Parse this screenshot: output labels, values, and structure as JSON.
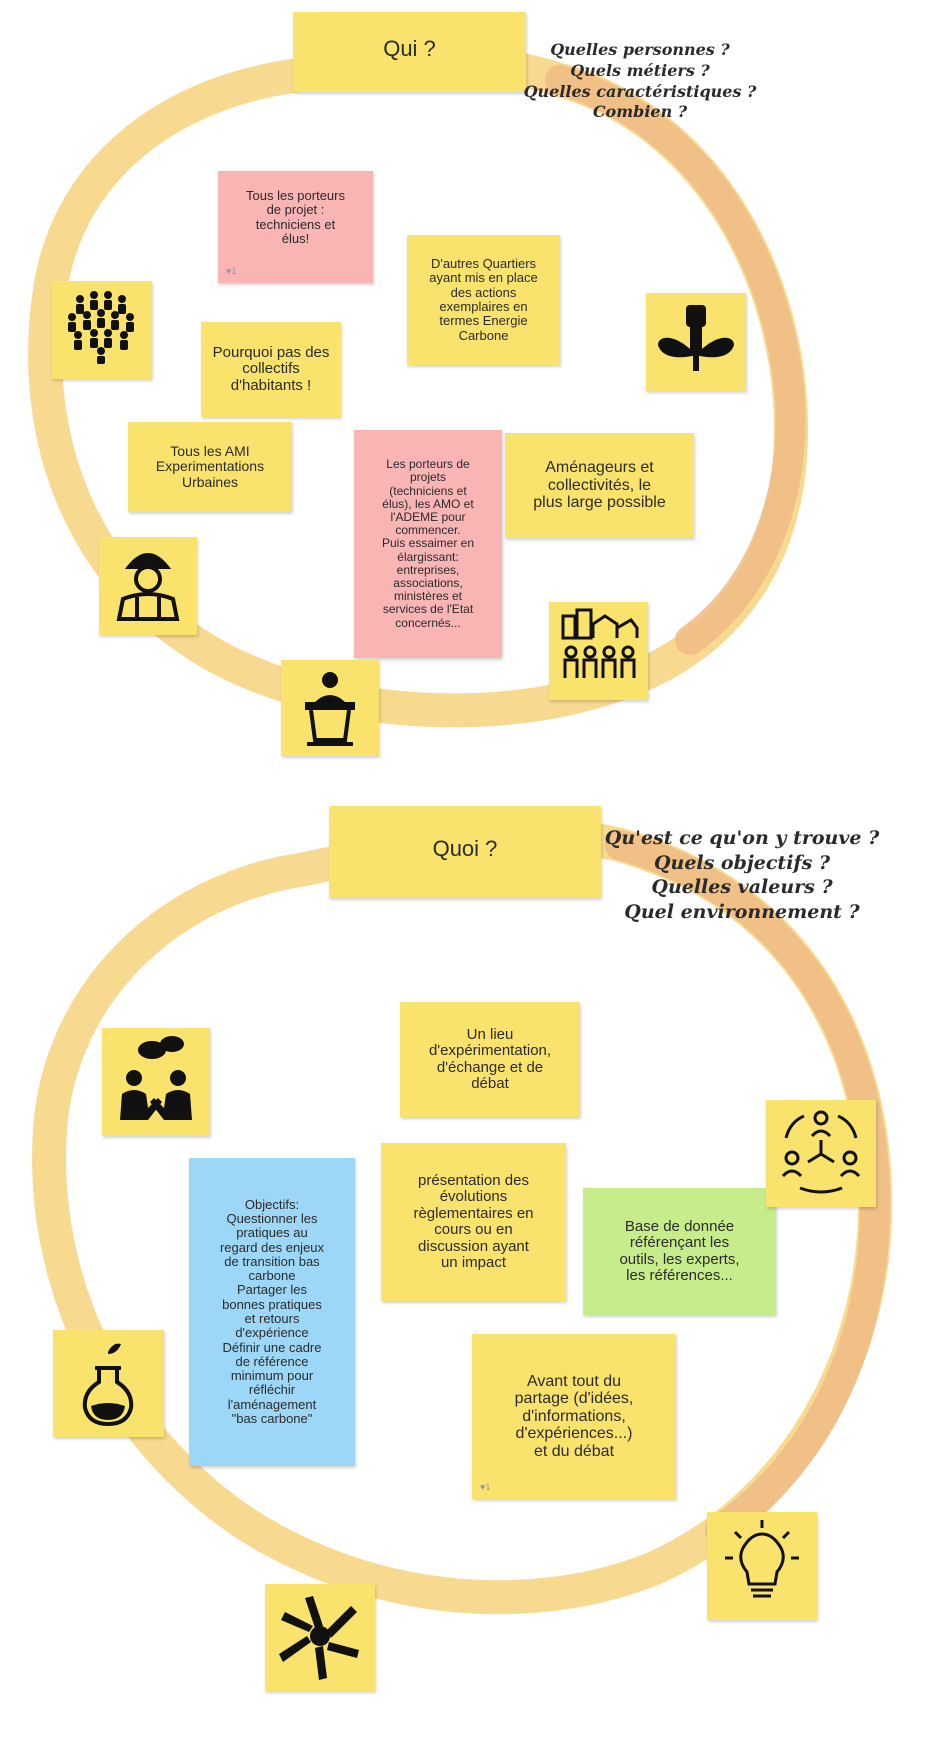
{
  "colors": {
    "sticky_yellow": "#fae36d",
    "sticky_pink": "#f9b4b4",
    "sticky_blue": "#9dd7f8",
    "sticky_green": "#c6ec8c",
    "ring_yellow": "#f8d78a",
    "ring_orange": "#efbb86"
  },
  "qui": {
    "title": "Qui ?",
    "questions": "Quelles personnes ?\nQuels métiers ?\nQuelles caractéristiques ?\nCombien ?",
    "notes": {
      "porteurs": "Tous les porteurs\nde projet :\ntechniciens et\nélus!",
      "porteurs_likes": "♥1",
      "quartiers": "D'autres Quartiers\nayant mis en place\ndes actions\nexemplaires en\ntermes Energie\nCarbone",
      "collectifs": "Pourquoi pas des\ncollectifs\nd'habitants !",
      "ami": "Tous les AMI\nExperimentations\nUrbaines",
      "ademe": "Les porteurs de\nprojets\n(techniciens et\nélus), les AMO et\nl'ADEME pour\ncommencer.\nPuis essaimer en\nélargissant:\nentreprises,\nassociations,\nministères et\nservices de l'Etat\nconcernés...",
      "amenageurs": "Aménageurs et\ncollectivités, le\nplus large possible"
    },
    "icons": {
      "crowd": "crowd-icon",
      "raised_fist": "raised-fist-icon",
      "worker": "worker-icon",
      "speaker": "speaker-podium-icon",
      "city_people": "city-people-icon"
    }
  },
  "quoi": {
    "title": "Quoi ?",
    "questions": "Qu'est ce qu'on y trouve ?\nQuels objectifs ?\nQuelles valeurs ?\nQuel environnement ?",
    "notes": {
      "lieu": "Un lieu\nd'expérimentation,\nd'échange et de\ndébat",
      "evolutions": "présentation des\névolutions\nrèglementaires en\ncours ou en\ndiscussion ayant\nun impact",
      "base": "Base de donnée\nréférençant les\noutils, les experts,\nles références...",
      "objectifs": "Objectifs:\nQuestionner les\npratiques au\nregard des enjeux\nde transition bas\ncarbone\nPartager les\nbonnes pratiques\net retours\nd'expérience\nDéfinir une cadre\nde référence\nminimum pour\nréfléchir\nl'aménagement\n\"bas carbone\"",
      "partage": "Avant tout du\npartage (d'idées,\nd'informations,\nd'expériences...)\net du débat",
      "partage_likes": "♥1"
    },
    "icons": {
      "discussion": "discussion-icon",
      "network": "network-cycle-icon",
      "flask": "plant-flask-icon",
      "lightbulb": "lightbulb-icon",
      "hands": "hands-together-icon"
    }
  }
}
